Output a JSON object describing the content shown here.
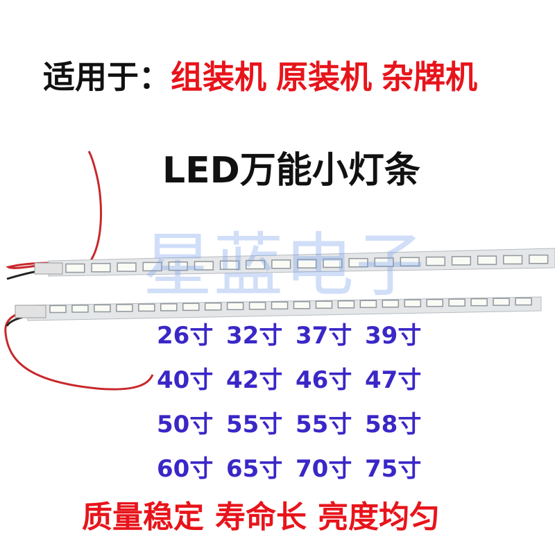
{
  "header": {
    "prefix": "适用于：",
    "items": [
      "组装机",
      "原装机",
      "杂牌机"
    ]
  },
  "title": "LED万能小灯条",
  "watermark": "星蓝电子",
  "sizes": [
    "26寸",
    "32寸",
    "37寸",
    "39寸",
    "40寸",
    "42寸",
    "46寸",
    "47寸",
    "50寸",
    "55寸",
    "55寸",
    "58寸",
    "60寸",
    "65寸",
    "70寸",
    "75寸"
  ],
  "features": [
    "质量稳定",
    "寿命长",
    "亮度均匀"
  ],
  "colors": {
    "accent_red": "#e8141b",
    "size_blue": "#3a27c7",
    "wire_red": "#c8282c",
    "wire_black": "#222222"
  }
}
